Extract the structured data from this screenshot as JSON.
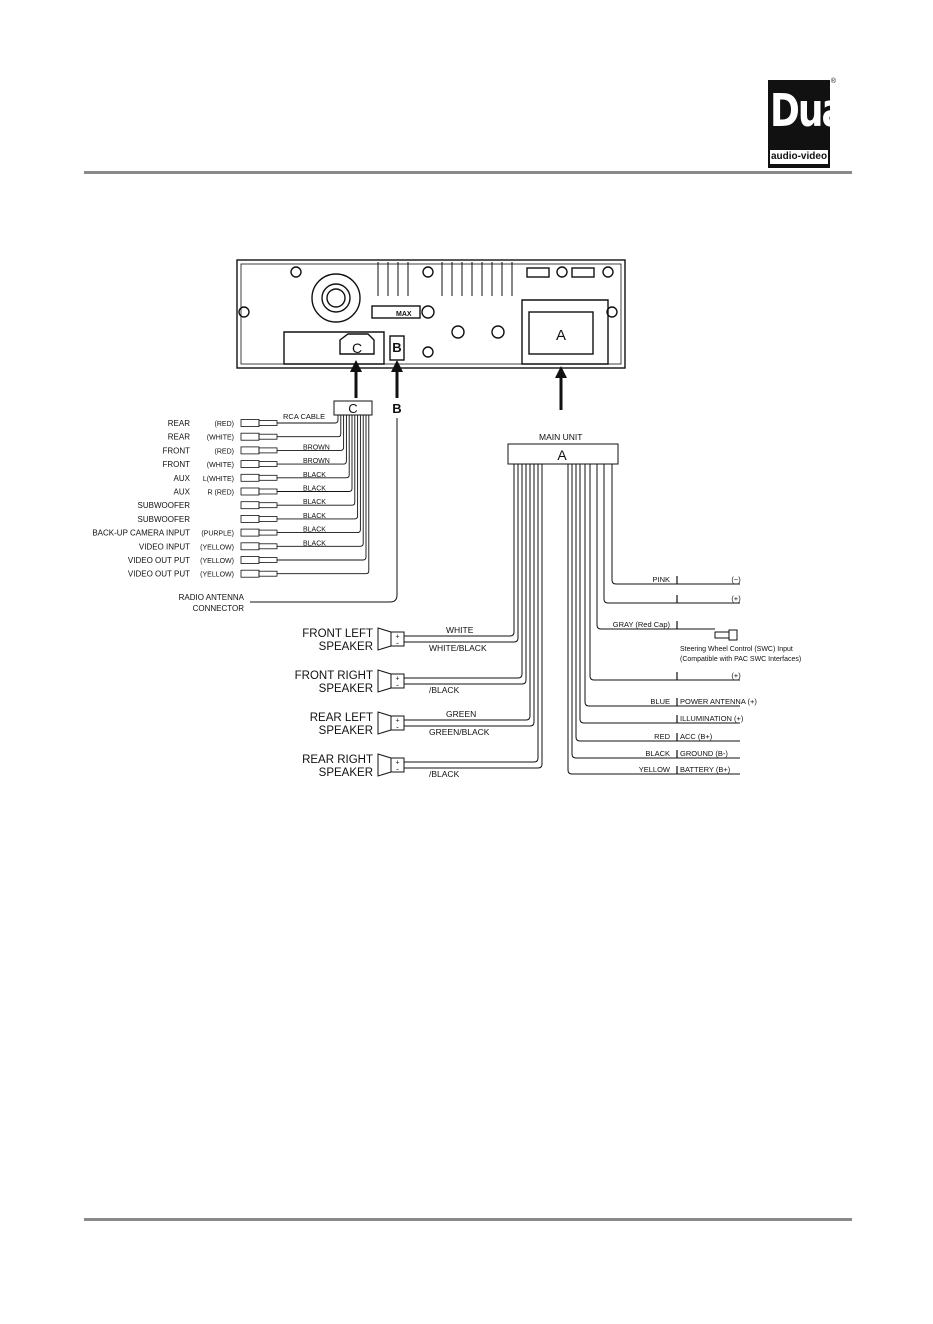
{
  "logo": {
    "brand": "Dual",
    "tagline": "audio-video",
    "mark": "®"
  },
  "head_unit": {
    "max_label": "MAX"
  },
  "connectors": {
    "a": "A",
    "b": "B",
    "c": "C",
    "main_unit_label": "MAIN UNIT",
    "rca_cable_label": "RCA CABLE"
  },
  "rca_rows": [
    {
      "label": "REAR",
      "color": "(RED)",
      "wire": ""
    },
    {
      "label": "REAR",
      "color": "(WHITE)",
      "wire": ""
    },
    {
      "label": "FRONT",
      "color": "(RED)",
      "wire": "BROWN"
    },
    {
      "label": "FRONT",
      "color": "(WHITE)",
      "wire": "BROWN"
    },
    {
      "label": "AUX",
      "color": "L(WHITE)",
      "wire": "BLACK"
    },
    {
      "label": "AUX",
      "color": "R (RED)",
      "wire": "BLACK"
    },
    {
      "label": "SUBWOOFER",
      "color": "",
      "wire": "BLACK"
    },
    {
      "label": "SUBWOOFER",
      "color": "",
      "wire": "BLACK"
    },
    {
      "label": "BACK-UP CAMERA INPUT",
      "color": "(PURPLE)",
      "wire": "BLACK"
    },
    {
      "label": "VIDEO INPUT",
      "color": "(YELLOW)",
      "wire": "BLACK"
    },
    {
      "label": "VIDEO OUT PUT",
      "color": "(YELLOW)",
      "wire": ""
    },
    {
      "label": "VIDEO OUT PUT",
      "color": "(YELLOW)",
      "wire": ""
    }
  ],
  "antenna": {
    "line1": "RADIO ANTENNA",
    "line2": "CONNECTOR"
  },
  "speakers": [
    {
      "line1": "FRONT LEFT",
      "line2": "SPEAKER",
      "pos_wire": "WHITE",
      "neg_wire": "WHITE/BLACK"
    },
    {
      "line1": "FRONT RIGHT",
      "line2": "SPEAKER",
      "pos_wire": "",
      "neg_wire": "/BLACK"
    },
    {
      "line1": "REAR LEFT",
      "line2": "SPEAKER",
      "pos_wire": "GREEN",
      "neg_wire": "GREEN/BLACK"
    },
    {
      "line1": "REAR RIGHT",
      "line2": "SPEAKER",
      "pos_wire": "",
      "neg_wire": "/BLACK"
    }
  ],
  "polarity": {
    "plus": "+",
    "minus": "-"
  },
  "right_wires": [
    {
      "color": "PINK",
      "func": "(−)"
    },
    {
      "color": "",
      "func": "(+)"
    },
    {
      "color": "GRAY (Red Cap)",
      "func": ""
    },
    {
      "color": "",
      "func": "(+)"
    },
    {
      "color": "BLUE",
      "func": "POWER ANTENNA (+)"
    },
    {
      "color": "",
      "func": "ILLUMINATION (+)"
    },
    {
      "color": "RED",
      "func": "ACC (B+)"
    },
    {
      "color": "BLACK",
      "func": "GROUND (B-)"
    },
    {
      "color": "YELLOW",
      "func": "BATTERY (B+)"
    }
  ],
  "swc": {
    "line1": "Steering Wheel Control (SWC) Input",
    "line2": "(Compatible with PAC SWC Interfaces)"
  }
}
